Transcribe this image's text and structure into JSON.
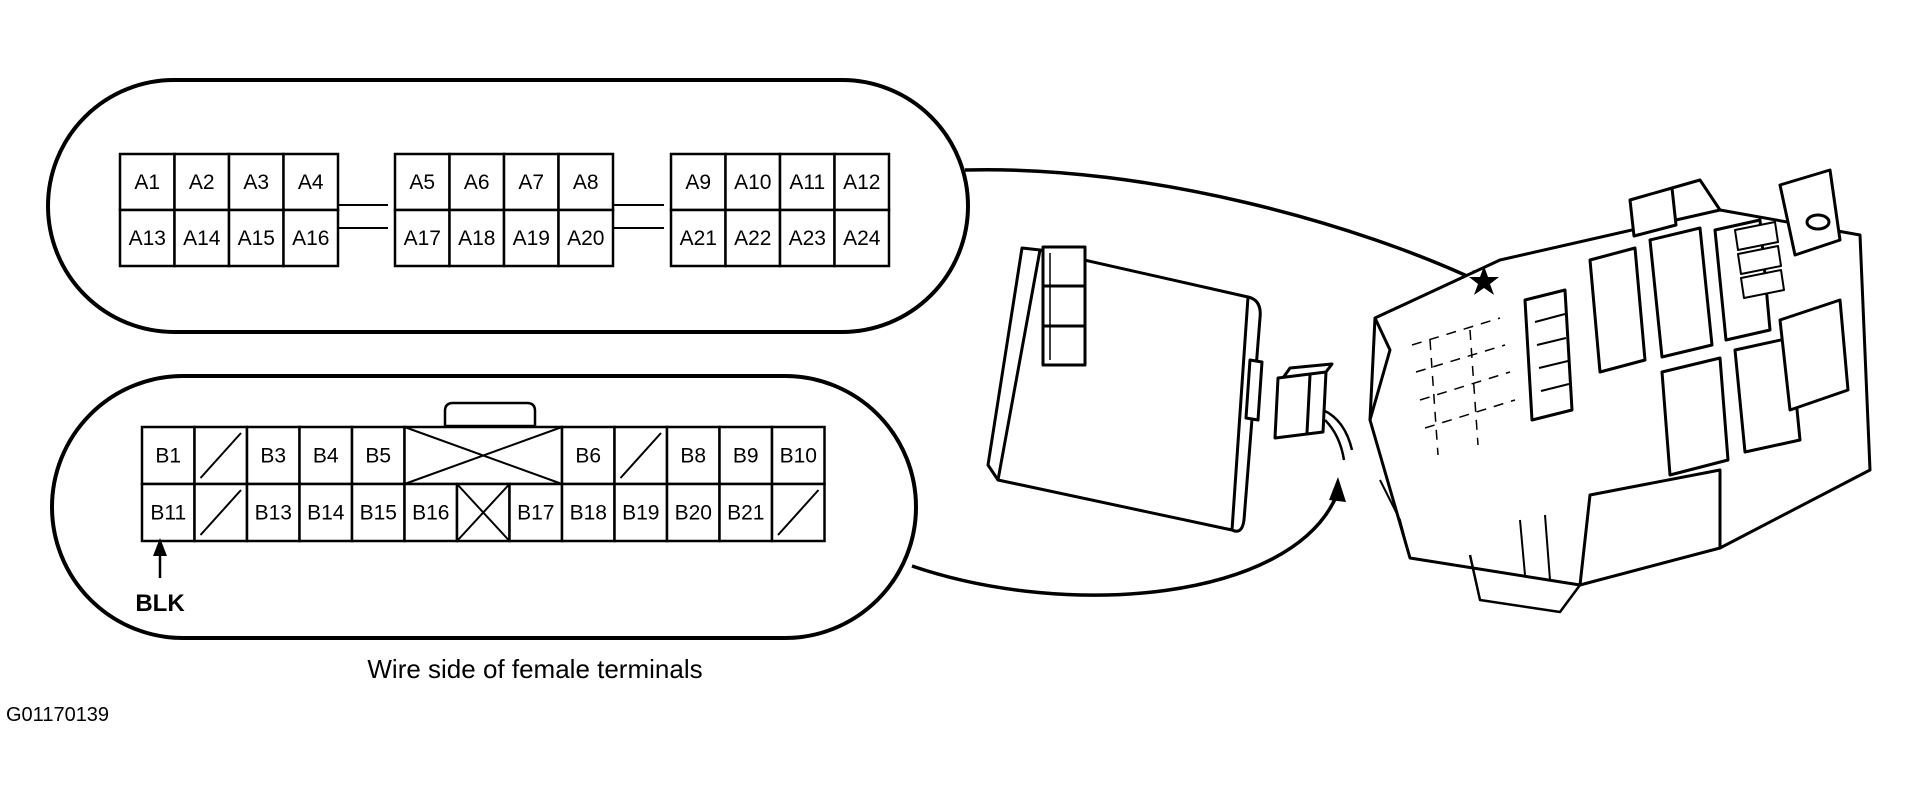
{
  "connector_a": {
    "row1": [
      "A1",
      "A2",
      "A3",
      "A4",
      "A5",
      "A6",
      "A7",
      "A8",
      "A9",
      "A10",
      "A11",
      "A12"
    ],
    "row2": [
      "A13",
      "A14",
      "A15",
      "A16",
      "A17",
      "A18",
      "A19",
      "A20",
      "A21",
      "A22",
      "A23",
      "A24"
    ]
  },
  "connector_b": {
    "row1": [
      "B1",
      "",
      "B3",
      "B4",
      "B5",
      "",
      "B6",
      "",
      "B8",
      "B9",
      "B10"
    ],
    "row2": [
      "B11",
      "",
      "B13",
      "B14",
      "B15",
      "B16",
      "",
      "B17",
      "B18",
      "B19",
      "B20",
      "B21",
      ""
    ]
  },
  "wire_label": "BLK",
  "caption": "Wire side of female terminals",
  "figure_code": "G01170139"
}
